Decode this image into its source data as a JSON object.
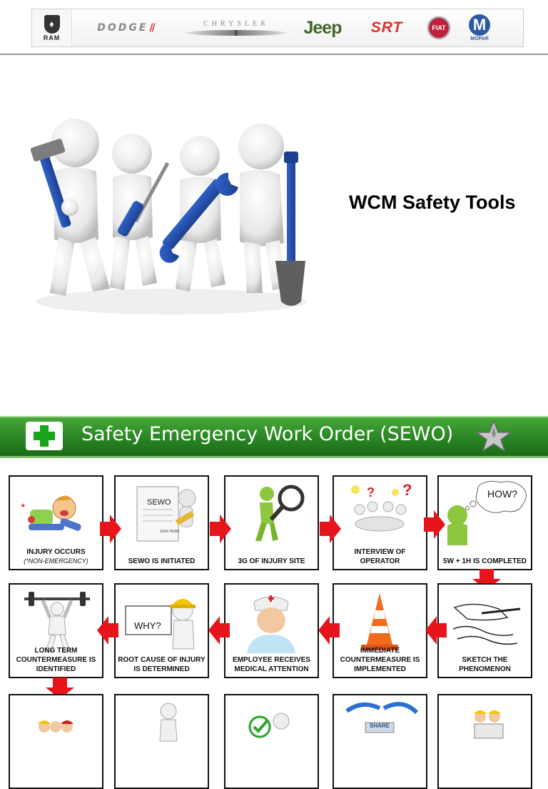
{
  "brands": {
    "ram": "RAM",
    "dodge": "DODGE",
    "chrysler": "CHRYSLER",
    "jeep": "Jeep",
    "srt": "SRT",
    "fiat": "FIAT",
    "mopar": "MOPAR"
  },
  "main": {
    "title": "WCM Safety Tools"
  },
  "banner": {
    "title": "Safety Emergency Work Order (SEWO)",
    "colors": {
      "green": "#2d8a26",
      "cross": "#16a51c"
    }
  },
  "steps": {
    "row1": [
      {
        "label": "INJURY OCCURS",
        "sub": "(*NON-EMERGENCY)"
      },
      {
        "label": "SEWO IS INITIATED",
        "art_text": "SEWO",
        "sign": "SIGN HERE"
      },
      {
        "label": "3G OF INJURY SITE"
      },
      {
        "label": "INTERVIEW OF OPERATOR"
      },
      {
        "label": "5W + 1H IS COMPLETED",
        "bubble": "HOW?"
      }
    ],
    "row2": [
      {
        "label": "LONG TERM COUNTERMEASURE IS IDENTIFIED"
      },
      {
        "label": "ROOT CAUSE OF INJURY IS DETERMINED",
        "bubble": "WHY?"
      },
      {
        "label": "EMPLOYEE RECEIVES MEDICAL ATTENTION"
      },
      {
        "label": "IMMEDIATE COUNTERMEASURE IS IMPLEMENTED"
      },
      {
        "label": "SKETCH THE PHENOMENON"
      }
    ],
    "row3_art": {
      "share": "SHARE"
    }
  },
  "arrow_color": "#e8141b"
}
